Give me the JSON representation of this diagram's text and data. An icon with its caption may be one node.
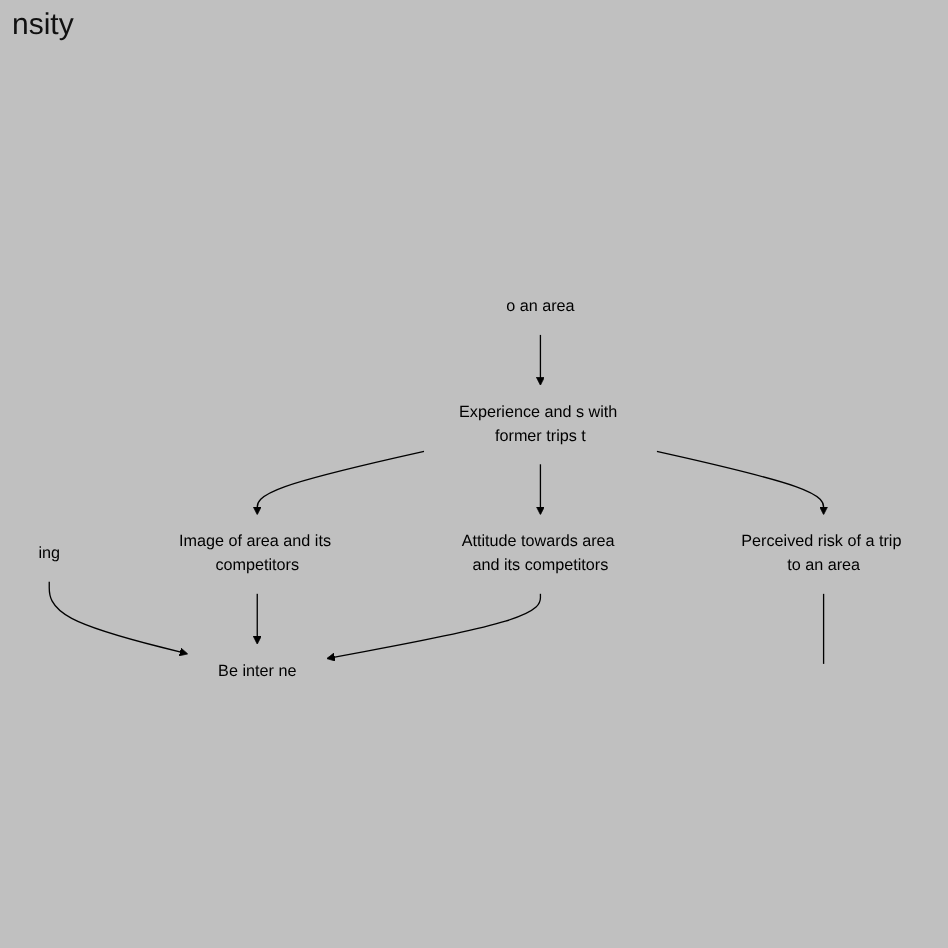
{
  "diagram": {
    "nodes": [
      {
        "text": [
          "o an area"
        ]
      },
      {
        "text": [
          "Experience and s with former trips t"
        ]
      },
      {
        "text": [
          "Be inter ne"
        ]
      },
      {
        "text": [
          "ing"
        ]
      },
      {
        "text": [
          "Image of area and its competitors"
        ]
      },
      {
        "text": [
          "Perceived risk of a trip to an area"
        ]
      },
      {
        "text": [
          "Attitude towards area and its competitors"
        ]
      }
    ],
    "edges": [
      {
        "from": 0,
        "to": 1,
        "arrow": "to"
      },
      {
        "from": 1,
        "to": 4,
        "arrow": "to"
      },
      {
        "from": 1,
        "to": 6,
        "arrow": "to"
      },
      {
        "from": 1,
        "to": 5,
        "arrow": "to"
      },
      {
        "from": 3,
        "to": 2,
        "arrow": "to"
      },
      {
        "from": 4,
        "to": 2,
        "arrow": "to"
      },
      {
        "from": 6,
        "to": 2,
        "arrow": "to"
      },
      {
        "from": 5,
        "to": null,
        "arrow": "none"
      }
    ],
    "labels": [
      "nsity"
    ]
  }
}
